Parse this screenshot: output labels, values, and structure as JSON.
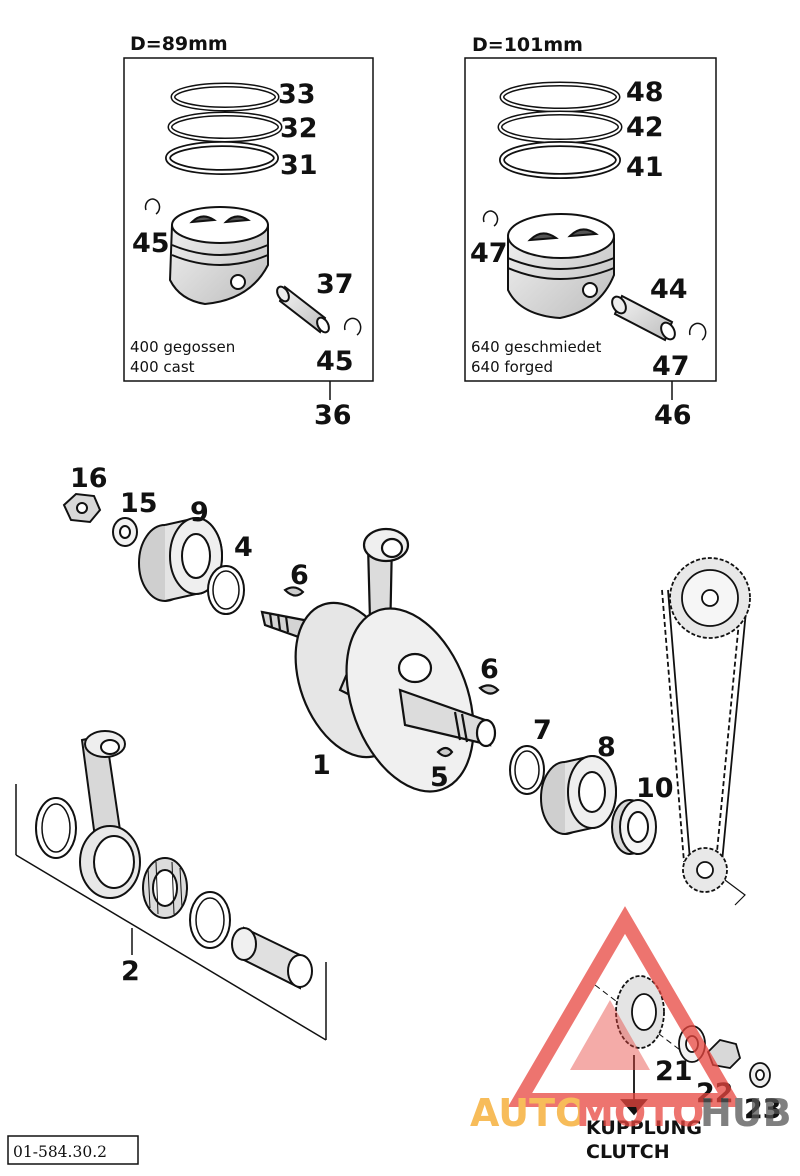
{
  "diagram": {
    "left_box": {
      "diameter": "D=89mm",
      "line1": "400 gegossen",
      "line2": "400 cast"
    },
    "right_box": {
      "diameter": "D=101mm",
      "line1": "640 geschmiedet",
      "line2": "640 forged"
    },
    "callouts": {
      "n1": "1",
      "n2": "2",
      "n4": "4",
      "n5": "5",
      "n6a": "6",
      "n6b": "6",
      "n7": "7",
      "n8": "8",
      "n9": "9",
      "n10": "10",
      "n15": "15",
      "n16": "16",
      "n21": "21",
      "n22": "22",
      "n23": "23",
      "n31": "31",
      "n32": "32",
      "n33": "33",
      "n36": "36",
      "n37": "37",
      "n41": "41",
      "n42": "42",
      "n44": "44",
      "n45a": "45",
      "n45b": "45",
      "n46": "46",
      "n47a": "47",
      "n47b": "47",
      "n48": "48"
    },
    "clutch_label_de": "KUPPLUNG",
    "clutch_label_en": "CLUTCH",
    "figure_code": "01-584.30.2"
  },
  "watermark": {
    "text_auto": "AUTO",
    "text_moto": "MOTO",
    "text_hub": "HUB",
    "color_red": "#e8463f",
    "color_orange": "#f5a623",
    "color_gray": "#555555"
  }
}
